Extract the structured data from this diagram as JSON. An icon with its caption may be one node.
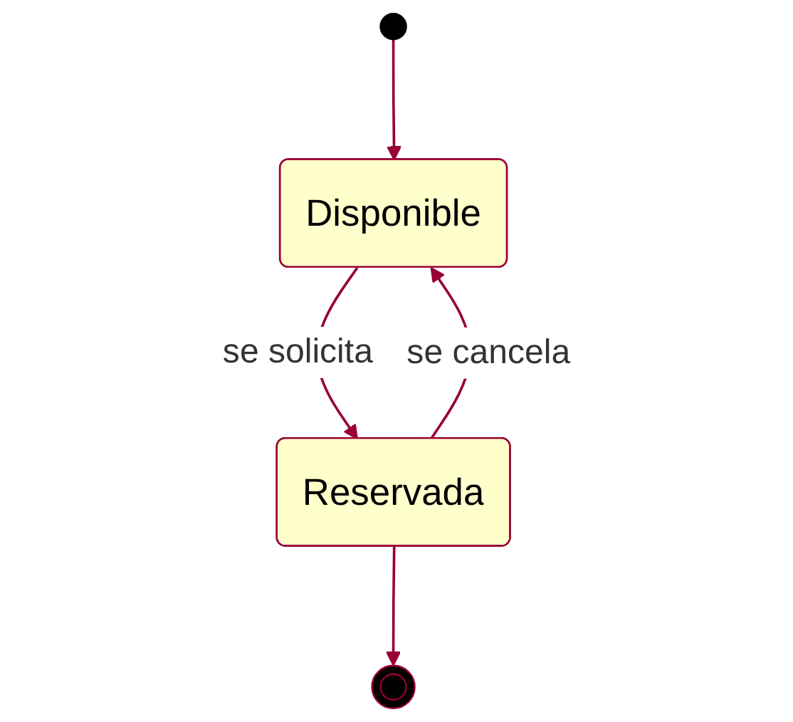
{
  "diagram": {
    "nodes": [
      {
        "text": [],
        "shape": "circle"
      },
      {
        "text": [
          "Disponible"
        ]
      },
      {
        "text": [
          "Reservada"
        ]
      },
      {
        "text": [],
        "shape": "circle"
      }
    ],
    "edges": [
      {
        "from": 0,
        "to": 1,
        "arrow": "to"
      },
      {
        "from": 1,
        "to": 2,
        "label": "se solicita",
        "arrow": "to"
      },
      {
        "from": 2,
        "to": 1,
        "label": "se cancela",
        "arrow": "to"
      },
      {
        "from": 2,
        "to": 3,
        "arrow": "to"
      }
    ]
  }
}
